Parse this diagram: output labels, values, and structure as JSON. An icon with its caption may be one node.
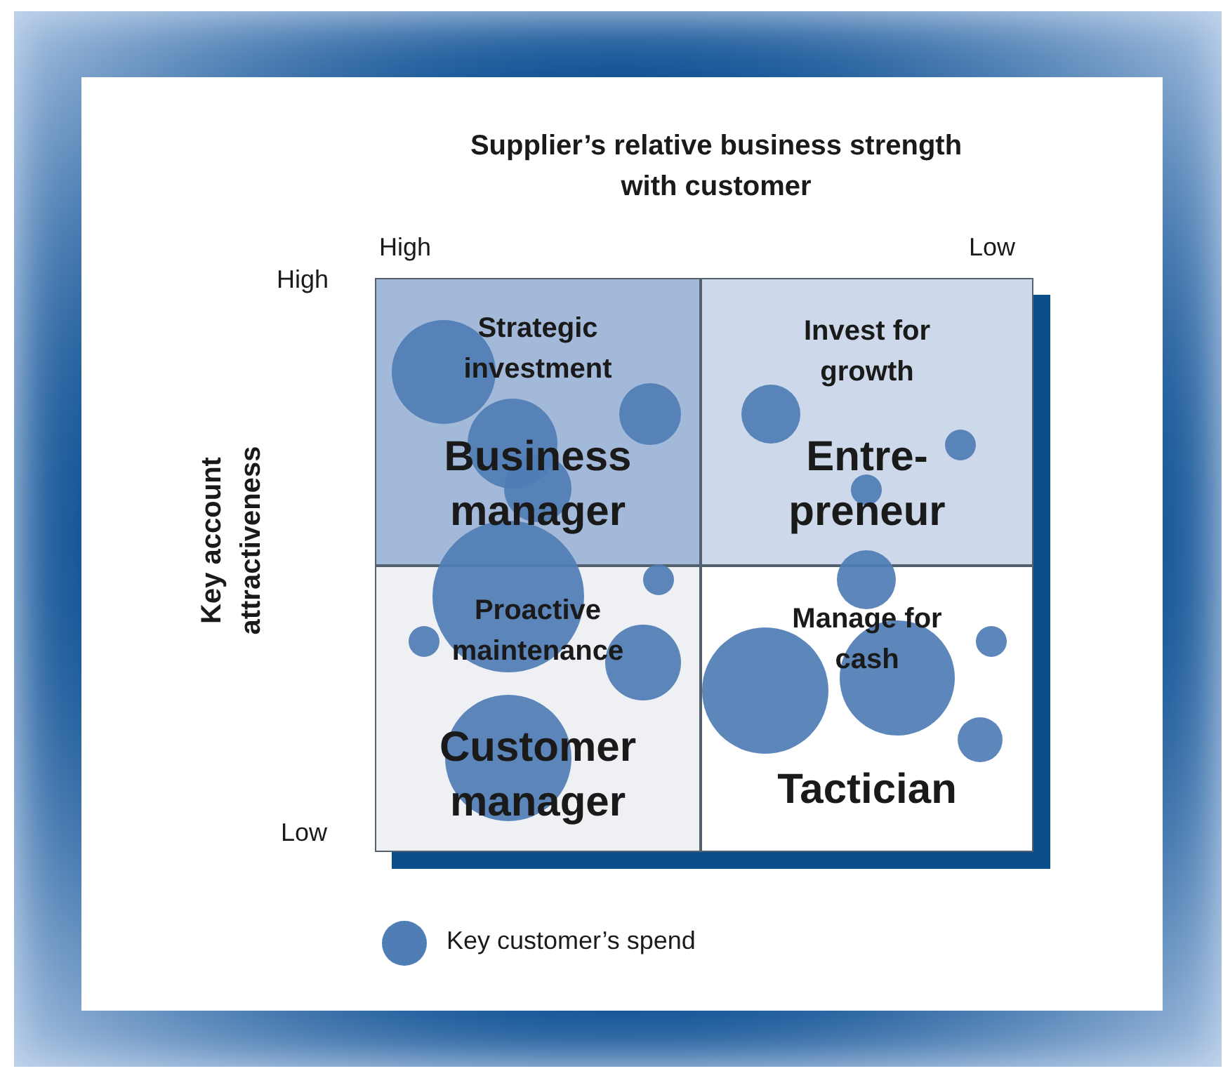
{
  "diagram": {
    "nodes": [
      {
        "text": [
          "Strategic investment",
          "Business manager"
        ]
      },
      {
        "text": [
          "Invest for growth",
          "Entre- preneur"
        ]
      },
      {
        "text": [
          "Proactive maintenance",
          "Customer manager"
        ]
      },
      {
        "text": [
          "Manage for cash",
          "Tactician"
        ]
      }
    ],
    "labels": [
      "Supplier’s relative business strength with customer",
      "High",
      "Low",
      "High",
      "Key account attractiveness",
      "Low"
    ],
    "legend": [
      {
        "text": "Key customer’s spend",
        "color": "#4f7db5"
      }
    ]
  }
}
